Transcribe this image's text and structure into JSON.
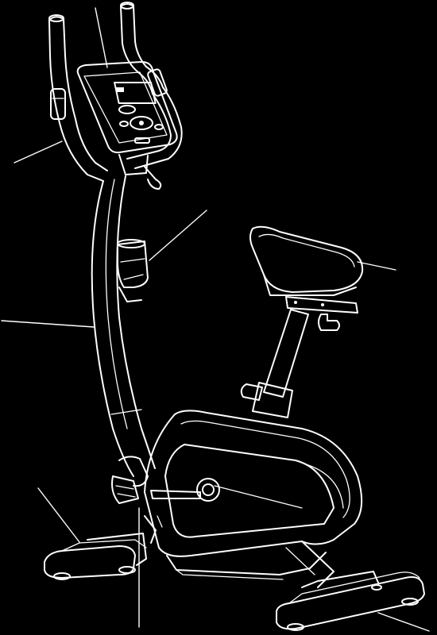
{
  "figure": {
    "background": "#000000",
    "line_color": "#ffffff",
    "parts": [
      "console",
      "handlebar",
      "bottle-holder",
      "seat",
      "main-frame-post",
      "pedal",
      "front-stabilizer",
      "crank",
      "rear-stabilizer"
    ]
  }
}
